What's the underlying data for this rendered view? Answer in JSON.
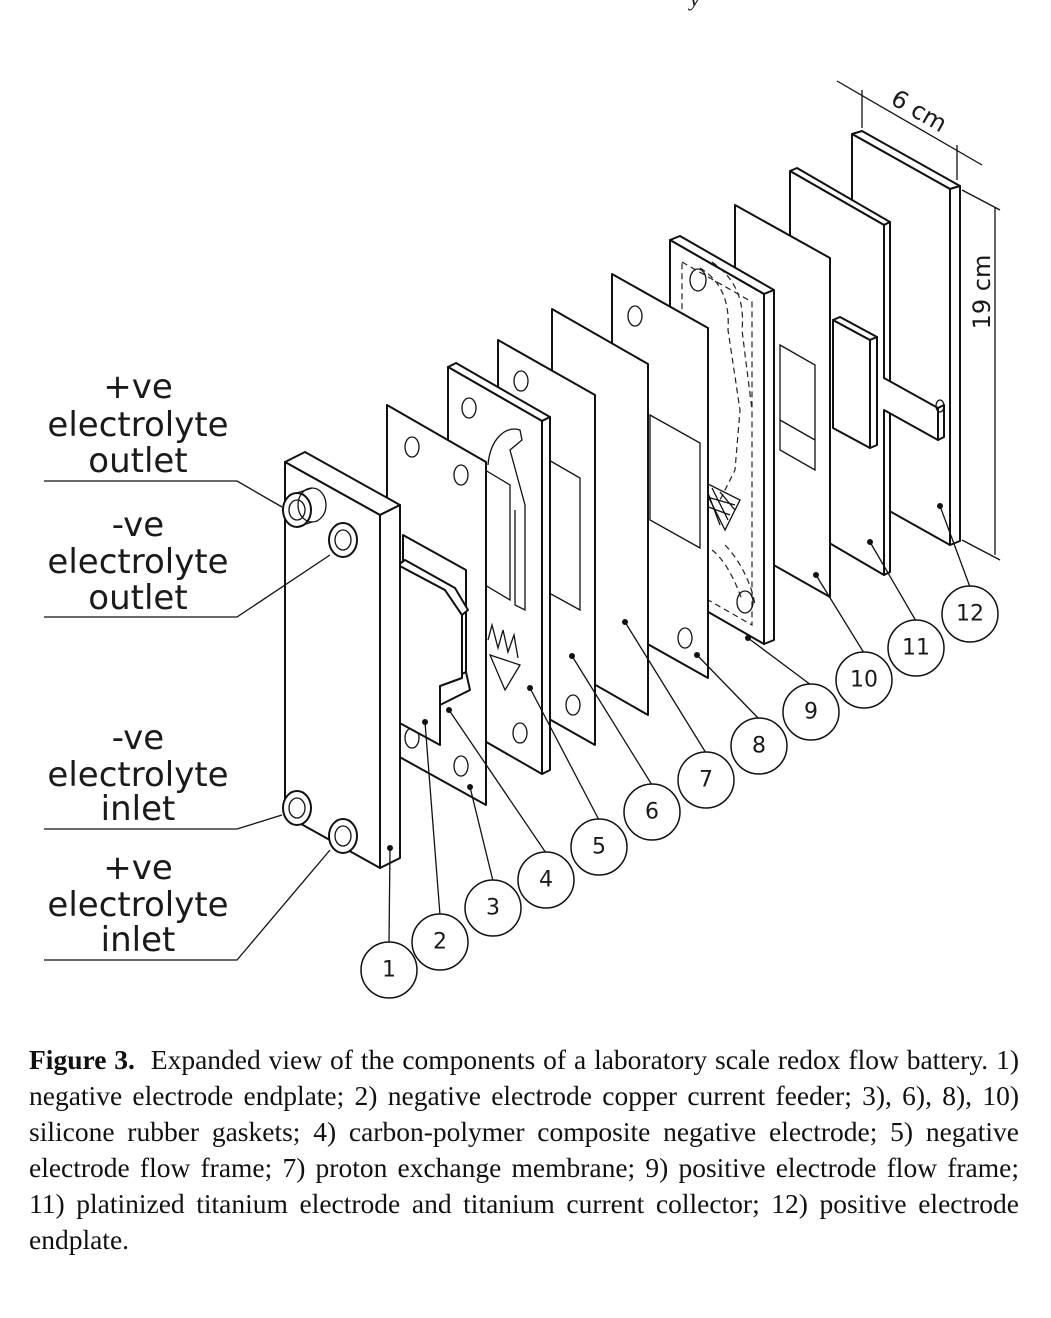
{
  "header_fragment": "y",
  "figure": {
    "type": "exploded isometric assembly drawing",
    "dimensions": {
      "width_label": "6 cm",
      "height_label": "19 cm"
    },
    "port_labels": [
      {
        "id": "pos-outlet",
        "lines": [
          "+ve",
          "electrolyte",
          "outlet"
        ]
      },
      {
        "id": "neg-outlet",
        "lines": [
          "-ve",
          "electrolyte",
          "outlet"
        ]
      },
      {
        "id": "neg-inlet",
        "lines": [
          "-ve",
          "electrolyte",
          "inlet"
        ]
      },
      {
        "id": "pos-inlet",
        "lines": [
          "+ve",
          "electrolyte",
          "inlet"
        ]
      }
    ],
    "callouts": [
      "1",
      "2",
      "3",
      "4",
      "5",
      "6",
      "7",
      "8",
      "9",
      "10",
      "11",
      "12"
    ]
  },
  "caption": {
    "label": "Figure 3.",
    "text": "Expanded view of the components of a laboratory scale redox flow battery. 1) negative electrode endplate; 2) negative electrode copper current feeder; 3), 6), 8), 10) silicone rubber gaskets; 4) carbon-polymer composite negative electrode; 5) negative electrode flow frame; 7) proton exchange membrane; 9) positive electrode flow frame; 11) platinized titanium electrode and titanium current collector; 12) positive electrode endplate.",
    "components": [
      {
        "num": 1,
        "name": "negative electrode endplate"
      },
      {
        "num": 2,
        "name": "negative electrode copper current feeder"
      },
      {
        "num": 3,
        "name": "silicone rubber gasket"
      },
      {
        "num": 4,
        "name": "carbon-polymer composite negative electrode"
      },
      {
        "num": 5,
        "name": "negative electrode flow frame"
      },
      {
        "num": 6,
        "name": "silicone rubber gasket"
      },
      {
        "num": 7,
        "name": "proton exchange membrane"
      },
      {
        "num": 8,
        "name": "silicone rubber gasket"
      },
      {
        "num": 9,
        "name": "positive electrode flow frame"
      },
      {
        "num": 10,
        "name": "silicone rubber gasket"
      },
      {
        "num": 11,
        "name": "platinized titanium electrode and titanium current collector"
      },
      {
        "num": 12,
        "name": "positive electrode endplate"
      }
    ]
  }
}
